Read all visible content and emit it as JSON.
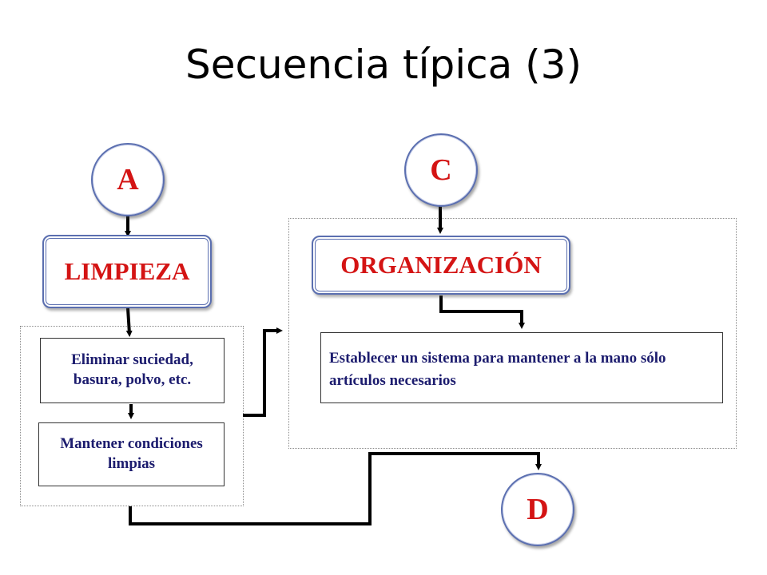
{
  "slide": {
    "title": "Secuencia típica (3)"
  },
  "nodes": {
    "a": "A",
    "c": "C",
    "d": "D"
  },
  "boxes": {
    "limpieza": "LIMPIEZA",
    "organizacion": "ORGANIZACIÓN",
    "step_eliminar": "Eliminar suciedad, basura, polvo, etc.",
    "step_mantener": "Mantener condiciones limpias",
    "step_establecer": "Establecer un sistema para mantener a la mano sólo artículos necesarios"
  },
  "colors": {
    "node_text": "#d41414",
    "step_text": "#1c1c6e",
    "box_border": "#5b6fb0",
    "connector": "#000000"
  }
}
